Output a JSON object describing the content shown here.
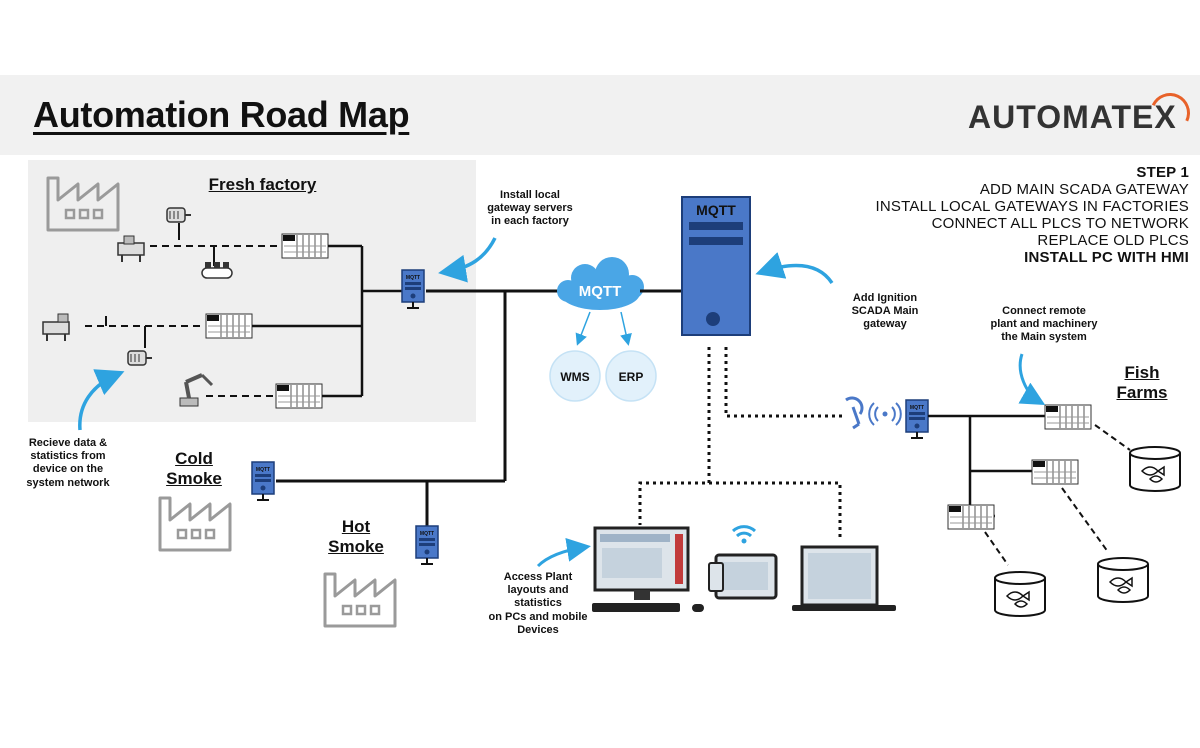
{
  "page_title": "Automation Road Map",
  "brand": {
    "text_main": "AUTOMATE",
    "text_x": "X",
    "accent_color": "#e8622a"
  },
  "steps": {
    "heading": "STEP 1",
    "items": [
      "ADD MAIN SCADA GATEWAY",
      "INSTALL LOCAL GATEWAYS IN FACTORIES",
      "CONNECT ALL PLCS TO NETWORK",
      "REPLACE OLD PLCS"
    ],
    "final_item": "INSTALL PC WITH HMI"
  },
  "sites": {
    "fresh": "Fresh factory",
    "cold": [
      "Cold",
      "Smoke"
    ],
    "hot": [
      "Hot",
      "Smoke"
    ],
    "fish": [
      "Fish",
      "Farms"
    ]
  },
  "mqtt": {
    "cloud_label": "MQTT",
    "server_label": "MQTT"
  },
  "bubbles": {
    "wms": "WMS",
    "erp": "ERP"
  },
  "annotations": {
    "local_gateways": [
      "Install local",
      "gateway servers",
      "in each factory"
    ],
    "ignition": [
      "Add Ignition",
      "SCADA Main",
      "gateway"
    ],
    "remote": [
      "Connect remote",
      "plant and machinery",
      "the Main system"
    ],
    "receive": [
      "Recieve data &",
      "statistics from",
      "device  on the",
      "system network"
    ],
    "access": [
      "Access Plant",
      "layouts and",
      "statistics",
      "on PCs and mobile",
      "Devices"
    ]
  },
  "colors": {
    "arrow": "#2ea3e0",
    "server_blue": "#4a78c8",
    "line": "#111111",
    "factory_gray": "#9a9a9a"
  }
}
